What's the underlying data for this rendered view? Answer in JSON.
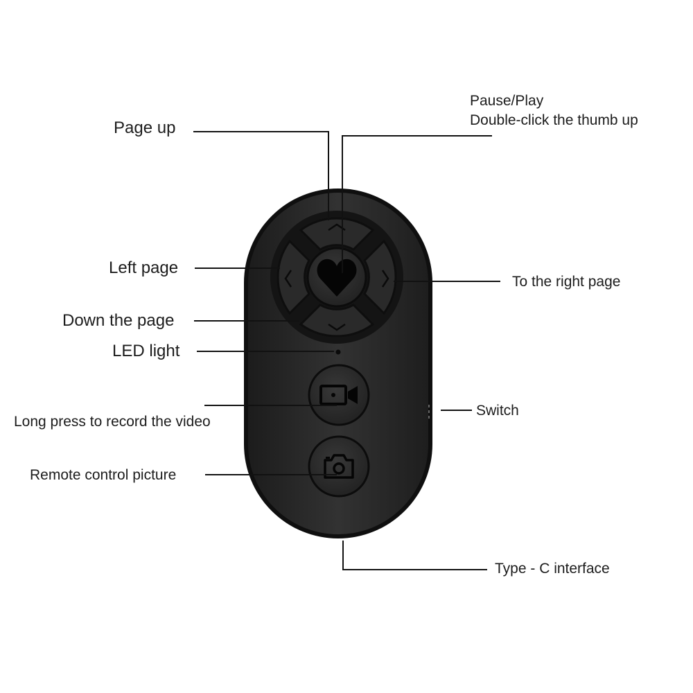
{
  "labels": {
    "page_up": "Page up",
    "pause_play": "Pause/Play",
    "double_click": "Double-click the thumb up",
    "left_page": "Left page",
    "right_page": "To the right page",
    "down_page": "Down the page",
    "led_light": "LED light",
    "record_video": "Long press to record the video",
    "switch": "Switch",
    "remote_picture": "Remote control picture",
    "type_c": "Type - C interface"
  },
  "colors": {
    "body": "#2b2b2b",
    "body_edge": "#111111",
    "button": "#262626",
    "button_ring": "#151515",
    "icon": "#050505"
  },
  "icons": {
    "center": "heart-icon",
    "up": "chevron-up-icon",
    "down": "chevron-down-icon",
    "left": "chevron-left-icon",
    "right": "chevron-right-icon",
    "video": "video-camera-icon",
    "photo": "camera-icon"
  }
}
